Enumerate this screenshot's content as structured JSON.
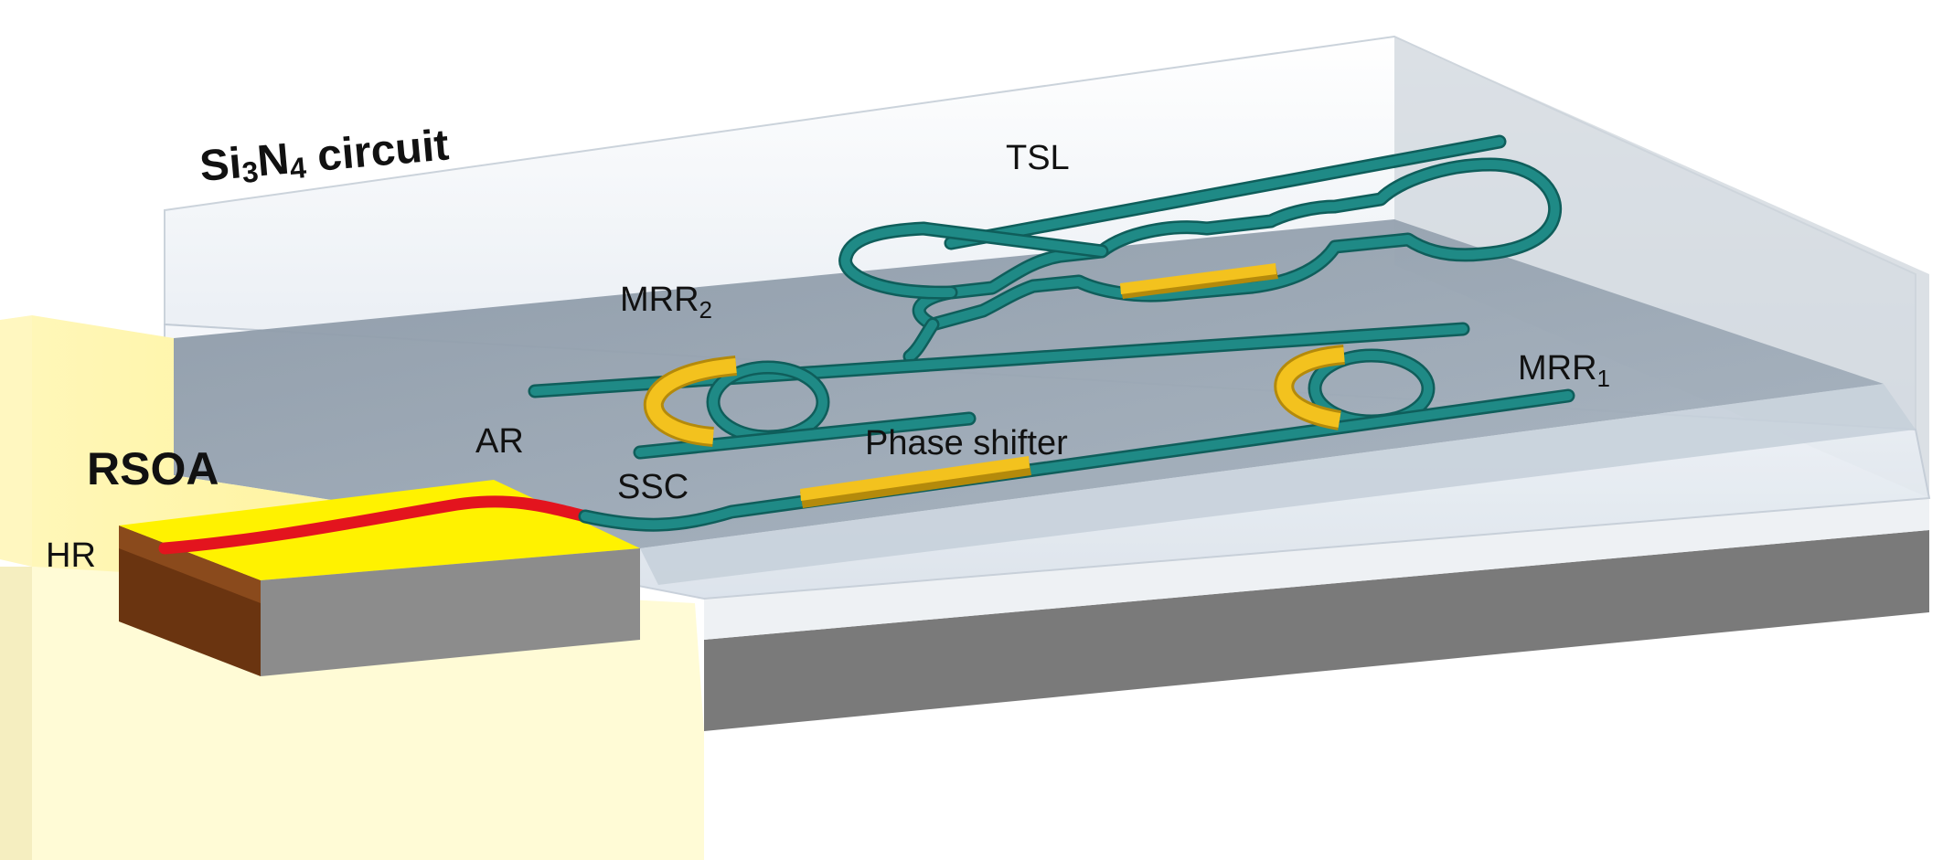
{
  "diagram": {
    "chip_label": {
      "main": "Si",
      "sub1": "3",
      "mid": "N",
      "sub2": "4",
      "tail": " circuit"
    },
    "rsoa_label": "RSOA",
    "labels": {
      "tsl": "TSL",
      "mrr2_base": "MRR",
      "mrr2_sub": "2",
      "mrr1_base": "MRR",
      "mrr1_sub": "1",
      "ar": "AR",
      "ssc": "SSC",
      "hr": "HR",
      "phase_shifter": "Phase shifter"
    },
    "colors": {
      "waveguide": "#1f8a86",
      "waveguide_edge": "#0f5e5b",
      "heater": "#f3c21e",
      "heater_edge": "#b48a0b",
      "laser_stripe": "#e3141e",
      "chip_top": "#9aa8b4",
      "glass": "#dfe6ee",
      "substrate": "#7d7d7d",
      "rsoa_yellow": "#fff3a0",
      "rsoa_bright": "#fff200",
      "rsoa_brown": "#6a3410"
    }
  }
}
